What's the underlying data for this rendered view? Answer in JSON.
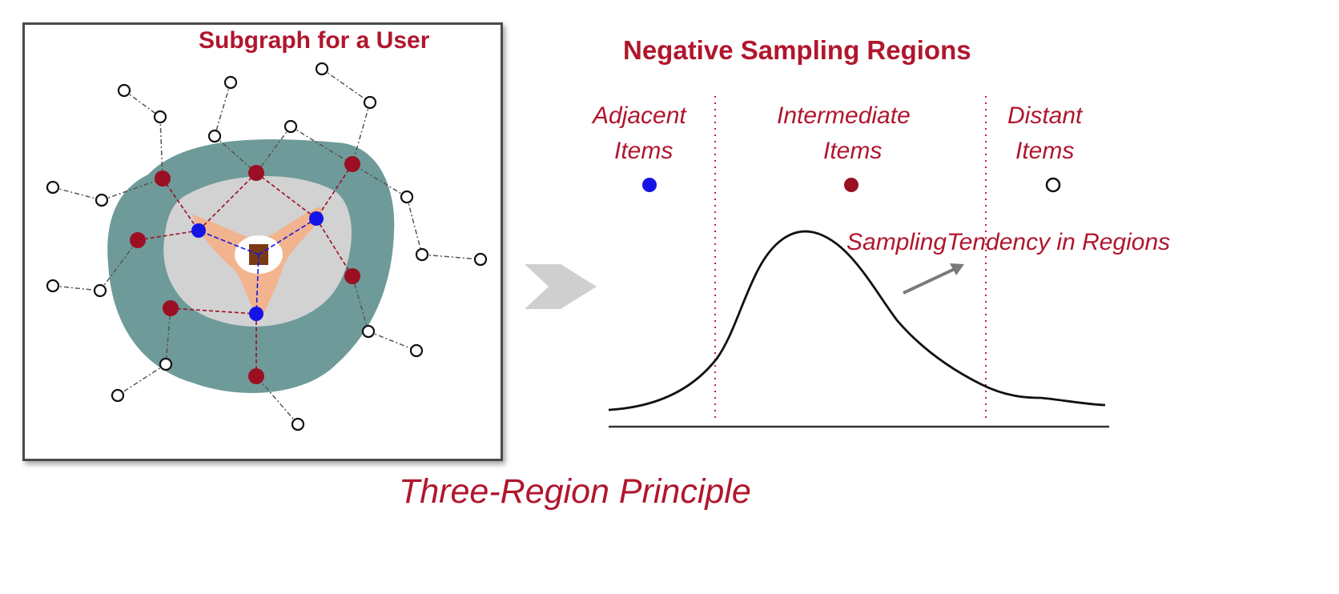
{
  "subgraph": {
    "title": "Subgraph for a User",
    "colors": {
      "outer_region": "#6f9a9a",
      "middle_region": "#d2d2d2",
      "inner_region": "#f2b48e",
      "user_node": "#7a3a14",
      "intermediate_node": "#9b0f22",
      "adjacent_node": "#1414e6",
      "distant_node": "#ffffff"
    }
  },
  "regions": {
    "title": "Negative Sampling Regions",
    "adjacent": {
      "line1": "Adjacent",
      "line2": "Items",
      "color": "#1414e6"
    },
    "intermediate": {
      "line1": "Intermediate",
      "line2": "Items",
      "color": "#9b0f22"
    },
    "distant": {
      "line1": "Distant",
      "line2": "Items",
      "color": "#ffffff"
    },
    "curve_label": "SamplingTendency in Regions"
  },
  "caption": "Three-Region Principle",
  "icons": {
    "arrow": "chevron-right-arrow-icon"
  }
}
